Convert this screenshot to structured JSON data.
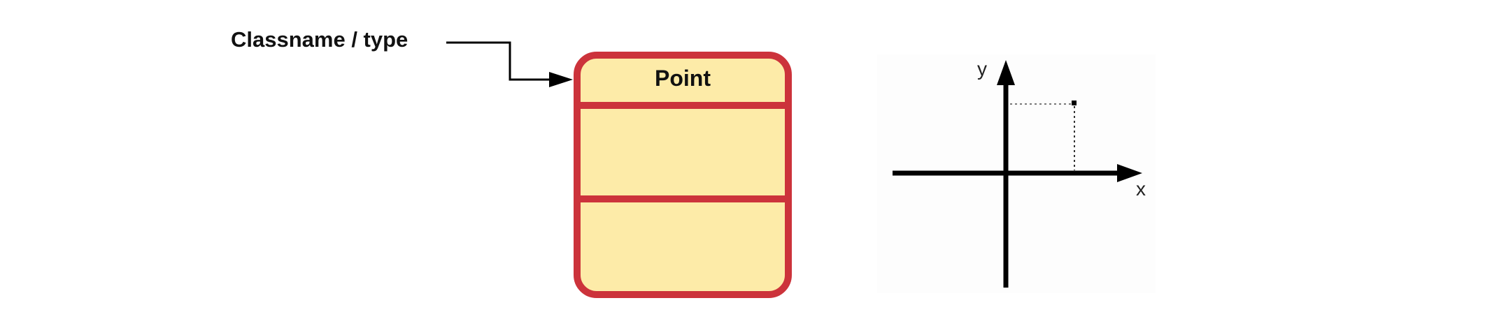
{
  "annotation": {
    "label": "Classname / type"
  },
  "uml_class": {
    "name": "Point",
    "attributes": [],
    "methods": []
  },
  "coordinate_plot": {
    "x_label": "x",
    "y_label": "y"
  },
  "colors": {
    "class_fill": "#fdeba8",
    "class_border": "#cc333b",
    "stroke": "#000000",
    "plot_background": "#fdfdfd",
    "guide_line": "#777777"
  }
}
